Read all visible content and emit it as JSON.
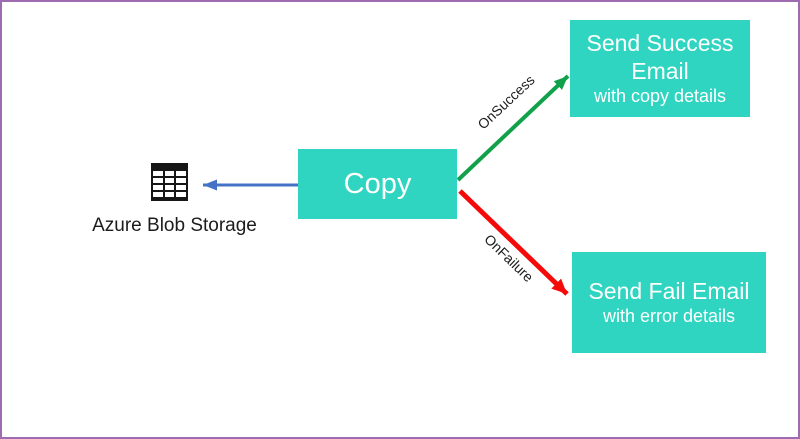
{
  "diagram": {
    "source": {
      "label": "Azure Blob Storage",
      "icon": "table-icon"
    },
    "copy": {
      "label": "Copy"
    },
    "success_box": {
      "title": "Send Success Email",
      "subtitle": "with copy details"
    },
    "fail_box": {
      "title": "Send Fail Email",
      "subtitle": "with error details"
    },
    "connectors": {
      "to_storage": {
        "color": "#4472c4"
      },
      "on_success": {
        "label": "OnSuccess",
        "color": "#12a14b"
      },
      "on_failure": {
        "label": "OnFailure",
        "color": "#f50a0a"
      }
    },
    "colors": {
      "node_fill": "#2fd5c0",
      "node_text": "#ffffff",
      "label_text": "#1c1c1c",
      "page_border": "#9e6ab0"
    }
  }
}
